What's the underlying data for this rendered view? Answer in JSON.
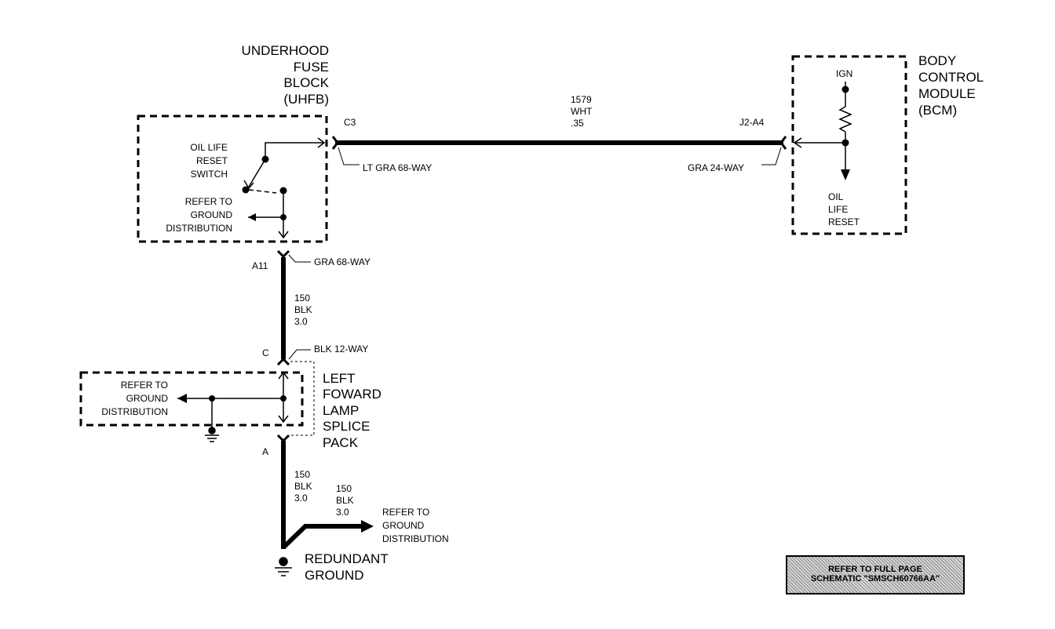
{
  "uhfb": {
    "title_lines": [
      "UNDERHOOD",
      "FUSE",
      "BLOCK",
      "(UHFB)"
    ],
    "switch_label_lines": [
      "OIL LIFE",
      "RESET",
      "SWITCH"
    ],
    "ground_ref_lines": [
      "REFER TO",
      "GROUND",
      "DISTRIBUTION"
    ]
  },
  "bcm": {
    "title_lines": [
      "BODY",
      "CONTROL",
      "MODULE",
      "(BCM)"
    ],
    "ign_label": "IGN",
    "output_lines": [
      "OIL",
      "LIFE",
      "RESET"
    ]
  },
  "wire_1579": {
    "lines": [
      "1579",
      "WHT",
      ".35"
    ],
    "left_pin": "C3",
    "left_connector": "LT GRA 68-WAY",
    "right_pin": "J2-A4",
    "right_connector": "GRA 24-WAY"
  },
  "wire_150_upper": {
    "pin": "A11",
    "connector": "GRA 68-WAY",
    "lines": [
      "150",
      "BLK",
      "3.0"
    ]
  },
  "splice_pack": {
    "top_pin": "C",
    "top_connector": "BLK 12-WAY",
    "title_lines": [
      "LEFT",
      "FOWARD",
      "LAMP",
      "SPLICE",
      "PACK"
    ],
    "ground_ref_lines": [
      "REFER TO",
      "GROUND",
      "DISTRIBUTION"
    ],
    "bottom_pin": "A"
  },
  "wire_150_lower": {
    "lines": [
      "150",
      "BLK",
      "3.0"
    ]
  },
  "wire_150_branch": {
    "lines": [
      "150",
      "BLK",
      "3.0"
    ],
    "ground_ref_lines": [
      "REFER TO",
      "GROUND",
      "DISTRIBUTION"
    ]
  },
  "redundant_ground": {
    "lines": [
      "REDUNDANT",
      "GROUND"
    ]
  },
  "footer_note": {
    "lines": [
      "REFER TO FULL PAGE",
      "SCHEMATIC \"SMSCH60766AA\""
    ]
  }
}
